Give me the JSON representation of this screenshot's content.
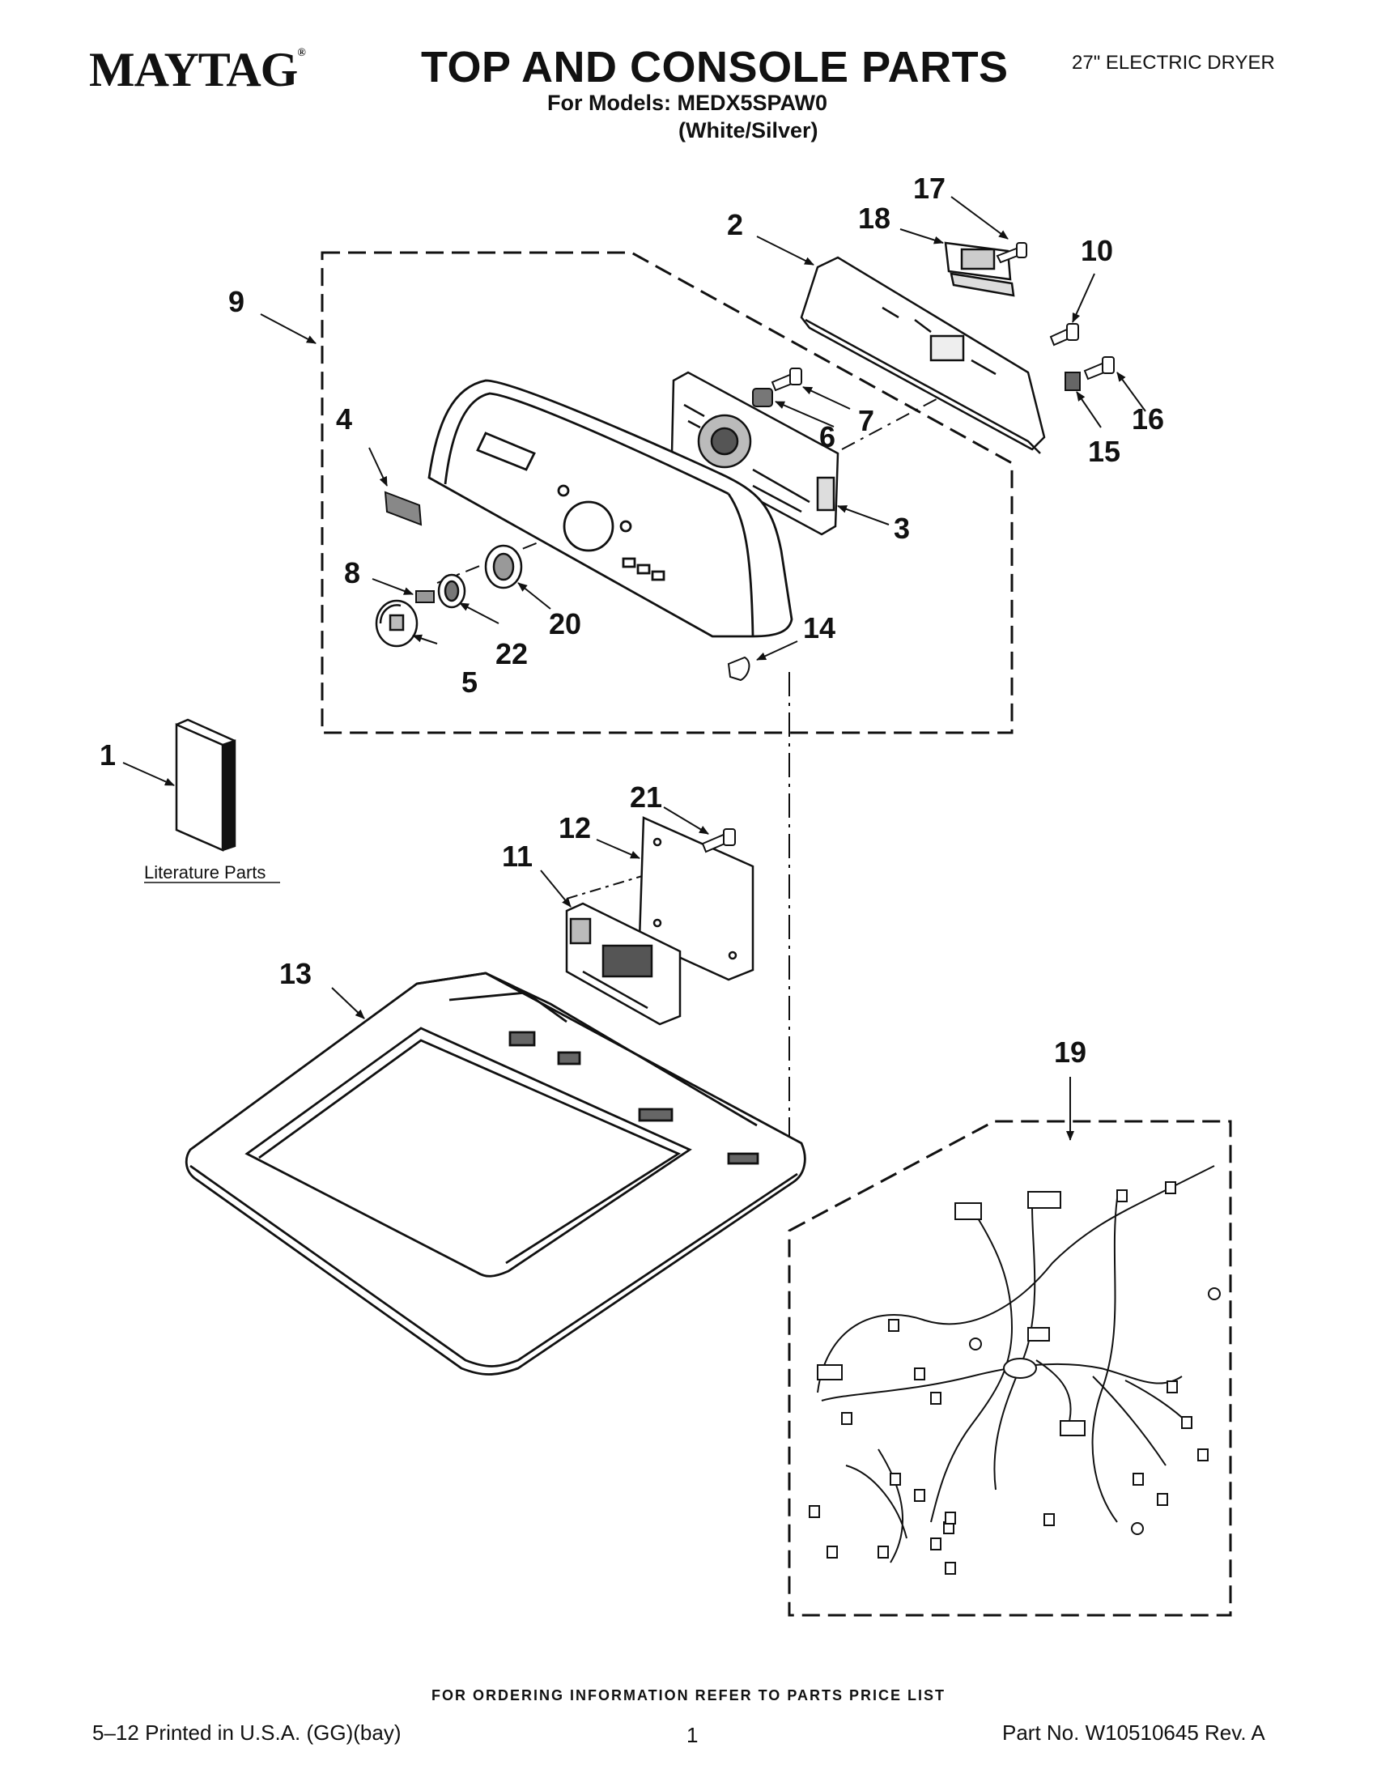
{
  "header": {
    "brand": "MAYTAG",
    "brand_mark": "®",
    "title": "TOP AND CONSOLE PARTS",
    "subtitle": "For Models: MEDX5SPAW0",
    "color": "(White/Silver)",
    "product_type": "27\" ELECTRIC DRYER"
  },
  "callouts": {
    "c1": "1",
    "c2": "2",
    "c3": "3",
    "c4": "4",
    "c5": "5",
    "c6": "6",
    "c7": "7",
    "c8": "8",
    "c9": "9",
    "c10": "10",
    "c11": "11",
    "c12": "12",
    "c13": "13",
    "c14": "14",
    "c15": "15",
    "c16": "16",
    "c17": "17",
    "c18": "18",
    "c19": "19",
    "c20": "20",
    "c21": "21",
    "c22": "22"
  },
  "literature_label": "Literature Parts",
  "footer": {
    "ordering": "FOR ORDERING INFORMATION REFER TO PARTS PRICE LIST",
    "printed": "5–12 Printed in U.S.A. (GG)(bay)",
    "page": "1",
    "part_no": "Part No. W10510645 Rev. A"
  }
}
